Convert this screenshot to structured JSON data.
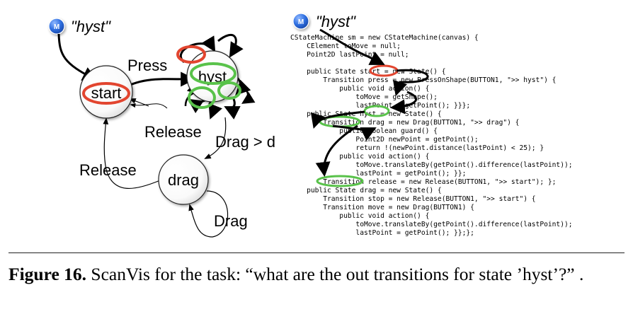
{
  "left_panel": {
    "badge_letter": "M",
    "title": "\"hyst\"",
    "states": {
      "start": "start",
      "hyst": "hyst",
      "drag": "drag"
    },
    "transitions": {
      "press": "Press",
      "release_top": "Release",
      "drag_gt_d": "Drag > d",
      "release_left": "Release",
      "drag_loop": "Drag"
    }
  },
  "right_panel": {
    "badge_letter": "M",
    "title": "\"hyst\"",
    "code_lines": [
      "CStateMachine sm = new CStateMachine(canvas) {",
      "    CElement toMove = null;",
      "    Point2D lastPoint = null;",
      "",
      "    public State start = new State() {",
      "        Transition press = new PressOnShape(BUTTON1, \">> hyst\") {",
      "            public void action() {",
      "                toMove = getShape();",
      "                lastPoint = getPoint(); }}};",
      "    public State hyst = new State() {",
      "        Transition drag = new Drag(BUTTON1, \">> drag\") {",
      "            public boolean guard() {",
      "                Point2D newPoint = getPoint();",
      "                return !(newPoint.distance(lastPoint) < 25); }",
      "            public void action() {",
      "                toMove.translateBy(getPoint().difference(lastPoint));",
      "                lastPoint = getPoint(); }};",
      "        Transition release = new Release(BUTTON1, \">> start\"); };",
      "    public State drag = new State() {",
      "        Transition stop = new Release(BUTTON1, \">> start\") {",
      "        Transition move = new Drag(BUTTON1) {",
      "            public void action() {",
      "                toMove.translateBy(getPoint().difference(lastPoint));",
      "                lastPoint = getPoint(); }};};"
    ]
  },
  "caption": {
    "label": "Figure 16.",
    "text": " ScanVis for the task: “what are the out transitions for state ’hyst’?” ."
  },
  "colors": {
    "badge": "#2f6fe0",
    "highlight_red": "#e2452f",
    "highlight_green": "#59c24a",
    "ink": "#000000"
  }
}
